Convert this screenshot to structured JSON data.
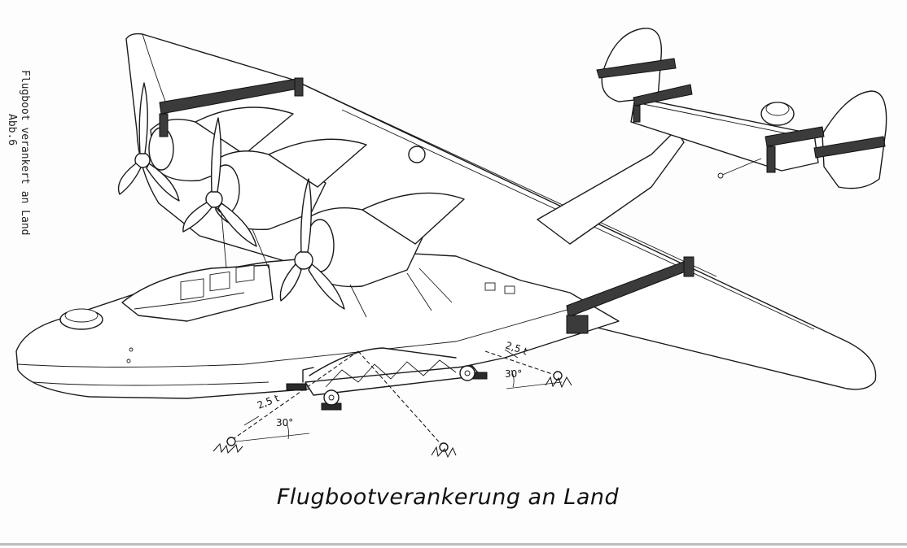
{
  "side_note": {
    "line1": "Flugboot verankert an Land",
    "line2": "Abb.6"
  },
  "caption": "Flugbootverankerung an Land",
  "labels": {
    "load_left": "2,5 t",
    "angle_left": "30°",
    "load_right": "2,5 t",
    "angle_right": "30°"
  }
}
